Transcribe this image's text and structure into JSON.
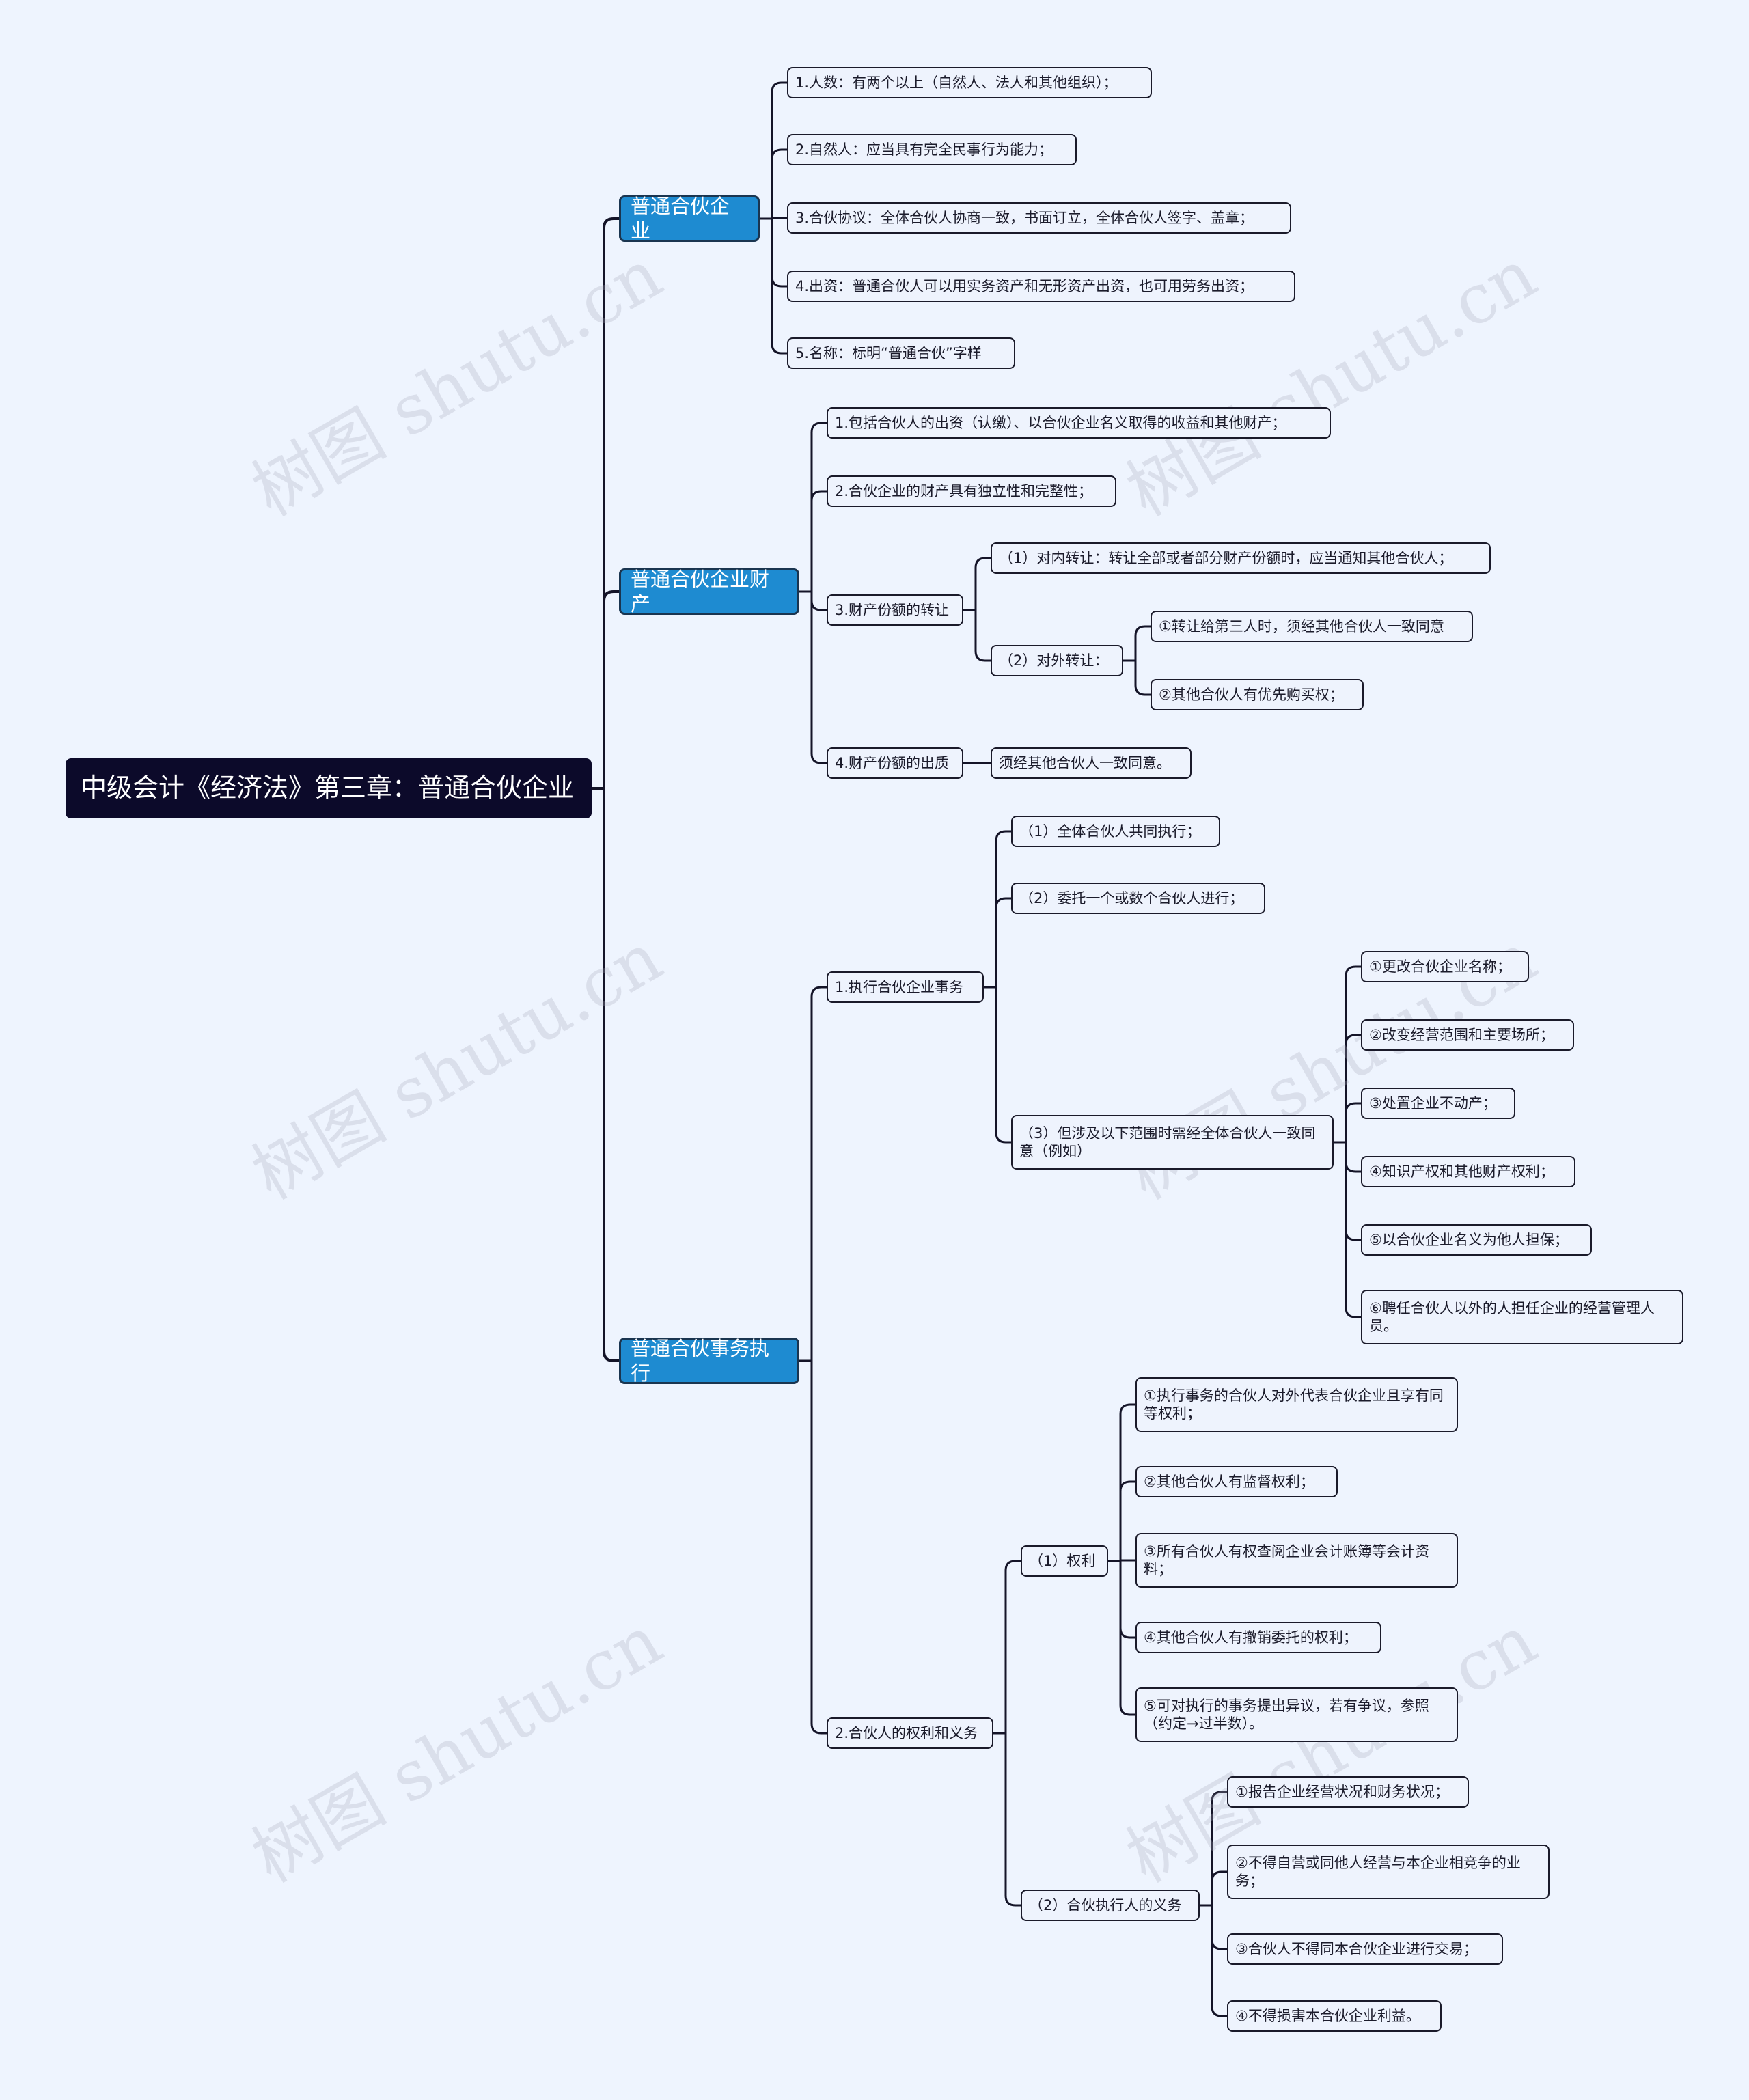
{
  "watermark": "树图 shutu.cn",
  "root": {
    "id": "root",
    "label": "中级会计《经济法》第三章：普通合伙企业"
  },
  "nodes": [
    {
      "id": "b1",
      "parent": "root",
      "label": "普通合伙企业"
    },
    {
      "id": "b1c1",
      "parent": "b1",
      "label": "1.人数：有两个以上（自然人、法人和其他组织）；"
    },
    {
      "id": "b1c2",
      "parent": "b1",
      "label": "2.自然人：应当具有完全民事行为能力；"
    },
    {
      "id": "b1c3",
      "parent": "b1",
      "label": "3.合伙协议：全体合伙人协商一致，书面订立，全体合伙人签字、盖章；"
    },
    {
      "id": "b1c4",
      "parent": "b1",
      "label": "4.出资：普通合伙人可以用实务资产和无形资产出资，也可用劳务出资；"
    },
    {
      "id": "b1c5",
      "parent": "b1",
      "label": "5.名称：标明“普通合伙”字样"
    },
    {
      "id": "b2",
      "parent": "root",
      "label": "普通合伙企业财产"
    },
    {
      "id": "b2c1",
      "parent": "b2",
      "label": "1.包括合伙人的出资（认缴）、以合伙企业名义取得的收益和其他财产；"
    },
    {
      "id": "b2c2",
      "parent": "b2",
      "label": "2.合伙企业的财产具有独立性和完整性；"
    },
    {
      "id": "b2c3",
      "parent": "b2",
      "label": "3.财产份额的转让"
    },
    {
      "id": "b2c3a",
      "parent": "b2c3",
      "label": "（1）对内转让：转让全部或者部分财产份额时，应当通知其他合伙人；"
    },
    {
      "id": "b2c3b",
      "parent": "b2c3",
      "label": "（2）对外转让："
    },
    {
      "id": "b2c3b1",
      "parent": "b2c3b",
      "label": "①转让给第三人时，须经其他合伙人一致同意"
    },
    {
      "id": "b2c3b2",
      "parent": "b2c3b",
      "label": "②其他合伙人有优先购买权；"
    },
    {
      "id": "b2c4",
      "parent": "b2",
      "label": "4.财产份额的出质"
    },
    {
      "id": "b2c4a",
      "parent": "b2c4",
      "label": "须经其他合伙人一致同意。"
    },
    {
      "id": "b3",
      "parent": "root",
      "label": "普通合伙事务执行"
    },
    {
      "id": "b3c1",
      "parent": "b3",
      "label": "1.执行合伙企业事务"
    },
    {
      "id": "b3c1a",
      "parent": "b3c1",
      "label": "（1）全体合伙人共同执行；"
    },
    {
      "id": "b3c1b",
      "parent": "b3c1",
      "label": "（2）委托一个或数个合伙人进行；"
    },
    {
      "id": "b3c1c",
      "parent": "b3c1",
      "label": "（3）但涉及以下范围时需经全体合伙人一致同意（例如）"
    },
    {
      "id": "b3c1c1",
      "parent": "b3c1c",
      "label": "①更改合伙企业名称；"
    },
    {
      "id": "b3c1c2",
      "parent": "b3c1c",
      "label": "②改变经营范围和主要场所；"
    },
    {
      "id": "b3c1c3",
      "parent": "b3c1c",
      "label": "③处置企业不动产；"
    },
    {
      "id": "b3c1c4",
      "parent": "b3c1c",
      "label": "④知识产权和其他财产权利；"
    },
    {
      "id": "b3c1c5",
      "parent": "b3c1c",
      "label": "⑤以合伙企业名义为他人担保；"
    },
    {
      "id": "b3c1c6",
      "parent": "b3c1c",
      "label": "⑥聘任合伙人以外的人担任企业的经营管理人员。"
    },
    {
      "id": "b3c2",
      "parent": "b3",
      "label": "2.合伙人的权利和义务"
    },
    {
      "id": "b3c2a",
      "parent": "b3c2",
      "label": "（1）权利"
    },
    {
      "id": "b3c2a1",
      "parent": "b3c2a",
      "label": "①执行事务的合伙人对外代表合伙企业且享有同等权利；"
    },
    {
      "id": "b3c2a2",
      "parent": "b3c2a",
      "label": "②其他合伙人有监督权利；"
    },
    {
      "id": "b3c2a3",
      "parent": "b3c2a",
      "label": "③所有合伙人有权查阅企业会计账簿等会计资料；"
    },
    {
      "id": "b3c2a4",
      "parent": "b3c2a",
      "label": "④其他合伙人有撤销委托的权利；"
    },
    {
      "id": "b3c2a5",
      "parent": "b3c2a",
      "label": "⑤可对执行的事务提出异议，若有争议，参照（约定→过半数）。"
    },
    {
      "id": "b3c2b",
      "parent": "b3c2",
      "label": "（2）合伙执行人的义务"
    },
    {
      "id": "b3c2b1",
      "parent": "b3c2b",
      "label": "①报告企业经营状况和财务状况；"
    },
    {
      "id": "b3c2b2",
      "parent": "b3c2b",
      "label": "②不得自营或同他人经营与本企业相竞争的业务；"
    },
    {
      "id": "b3c2b3",
      "parent": "b3c2b",
      "label": "③合伙人不得同本合伙企业进行交易；"
    },
    {
      "id": "b3c2b4",
      "parent": "b3c2b",
      "label": "④不得损害本合伙企业利益。"
    }
  ]
}
